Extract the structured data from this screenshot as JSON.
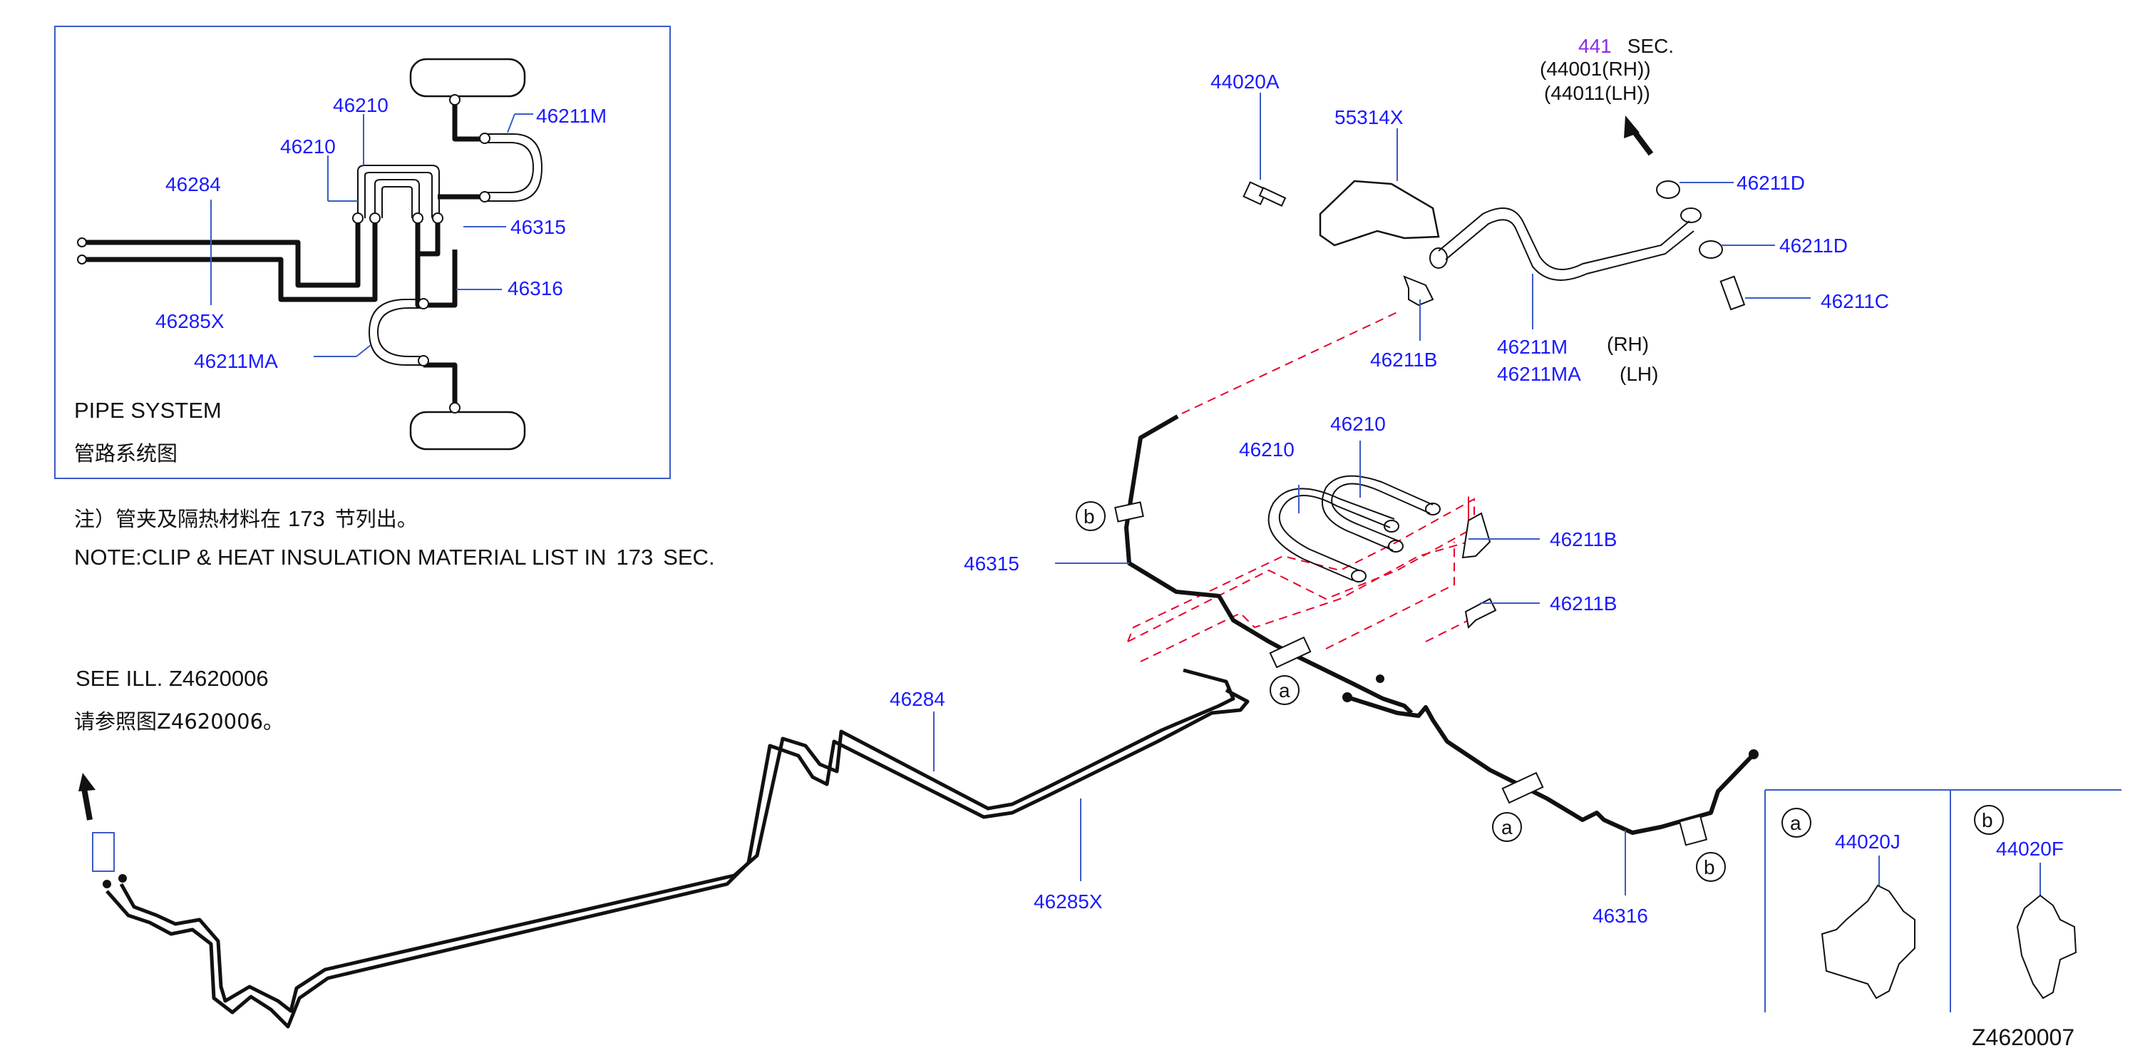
{
  "colors": {
    "label": "#1a1aff",
    "reference": "#8a2be2",
    "line": "#111111",
    "guide": "#e8002a",
    "frame": "#3a5bc7"
  },
  "inset": {
    "title_en": "PIPE  SYSTEM",
    "title_cn": "管路系统图",
    "labels": {
      "l46210a": "46210",
      "l46210b": "46210",
      "l46211M": "46211M",
      "l46284": "46284",
      "l46315": "46315",
      "l46316": "46316",
      "l46285X": "46285X",
      "l46211MA": "46211MA"
    }
  },
  "notes": {
    "cn_prefix": "注）管夹及隔热材料在",
    "cn_ref": "173",
    "cn_suffix": "节列出。",
    "en_prefix": "NOTE:CLIP  &  HEAT  INSULATION  MATERIAL  LIST  IN",
    "en_ref": "173",
    "en_suffix": "SEC.",
    "see_en": "SEE  ILL.  Z4620006",
    "see_cn": "请参照图Z4620006。"
  },
  "section_ref": {
    "number": "441",
    "sec": "SEC.",
    "rh": "(44001(RH))",
    "lh": "(44011(LH))"
  },
  "parts": {
    "p44020A": "44020A",
    "p55314X": "55314X",
    "p46211D_1": "46211D",
    "p46211D_2": "46211D",
    "p46211C": "46211C",
    "p46211M": "46211M",
    "p46211MA": "46211MA",
    "rh": "(RH)",
    "lh": "(LH)",
    "p46211B_1": "46211B",
    "p46210_1": "46210",
    "p46210_2": "46210",
    "p46211B_2": "46211B",
    "p46211B_3": "46211B",
    "p46315": "46315",
    "p46284": "46284",
    "p46285X": "46285X",
    "p46316": "46316"
  },
  "callouts": {
    "a": "a",
    "b": "b"
  },
  "detail": {
    "a_label": "a",
    "a_part": "44020J",
    "b_label": "b",
    "b_part": "44020F"
  },
  "figure_id": "Z4620007"
}
